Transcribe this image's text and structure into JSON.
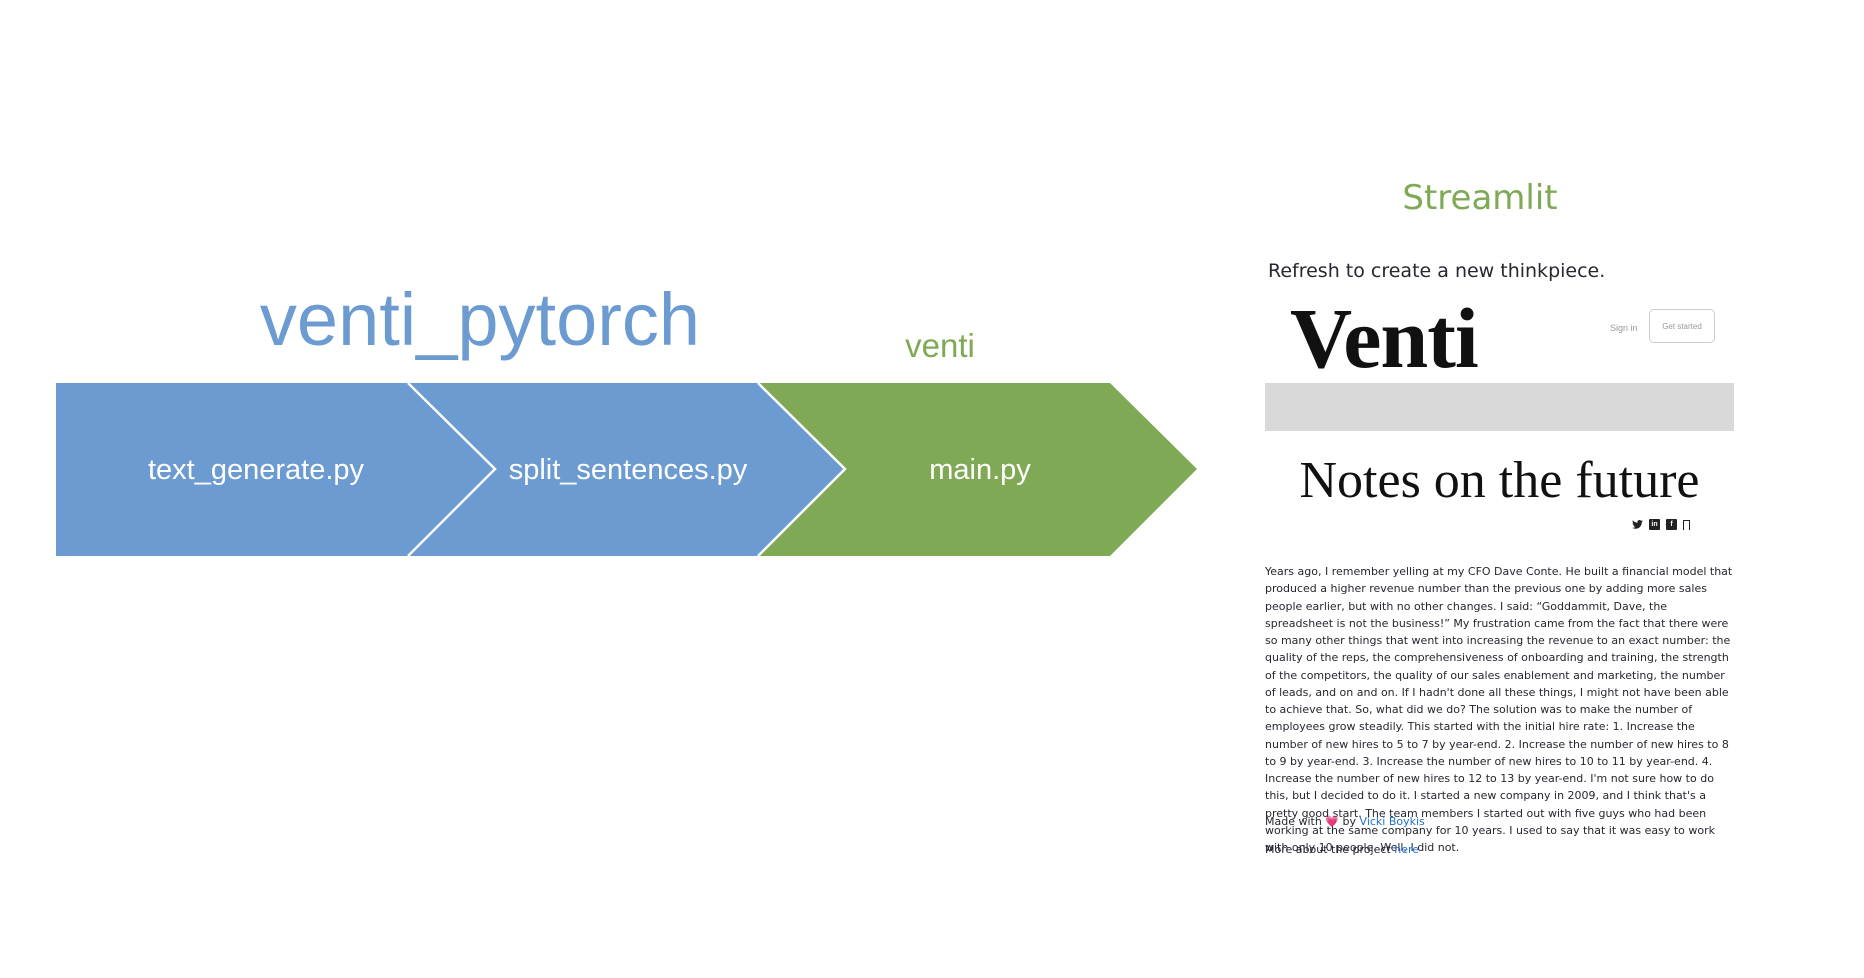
{
  "diagram": {
    "group_label_left": "venti_pytorch",
    "group_label_right": "venti",
    "steps": [
      {
        "label": "text_generate.py"
      },
      {
        "label": "split_sentences.py"
      },
      {
        "label": "main.py"
      }
    ],
    "colors": {
      "blue": "#6b9bd1",
      "green": "#7fa955",
      "label_blue": "#6b9bd1",
      "label_green": "#7fa955",
      "divider": "#ffffff"
    }
  },
  "app": {
    "framework_label": "Streamlit",
    "subtitle": "Refresh to create a new thinkpiece.",
    "logo": "Venti",
    "sign_in": "Sign in",
    "get_started": "Get started",
    "title": "Notes on the future",
    "share_icons": [
      "twitter-icon",
      "linkedin-icon",
      "facebook-icon",
      "bookmark-icon"
    ],
    "body": "Years ago, I remember yelling at my CFO Dave Conte. He built a financial model that produced a higher revenue number than the previous one by adding more sales people earlier, but with no other changes. I said: “Goddammit, Dave, the spreadsheet is not the business!” My frustration came from the fact that there were so many other things that went into increasing the revenue to an exact number: the quality of the reps, the comprehensiveness of onboarding and training, the strength of the competitors, the quality of our sales enablement and marketing, the number of leads, and on and on.  If I hadn't done all these things, I might not have been able to achieve that. So, what did we do? The solution was to make the number of employees grow steadily. This started with the initial hire rate: 1. Increase the number of new hires to 5 to 7 by year-end. 2. Increase the number of new hires to 8 to 9 by year-end. 3. Increase the number of new hires to 10 to 11 by year-end. 4. Increase the number of new hires to 12 to 13 by year-end. I'm not sure how to do this, but I decided to do it. I started a new company in 2009, and I think that's a pretty good start. The team members I started out with five guys who had been working at the same company for 10 years. I used to say that it was easy to work with only 10 people. Well, I did not.",
    "footer": {
      "made_with_prefix": "Made with",
      "heart": "💗",
      "by": "by",
      "author": "Vicki Boykis",
      "more_prefix": "More about the project",
      "more_link": "here"
    }
  }
}
